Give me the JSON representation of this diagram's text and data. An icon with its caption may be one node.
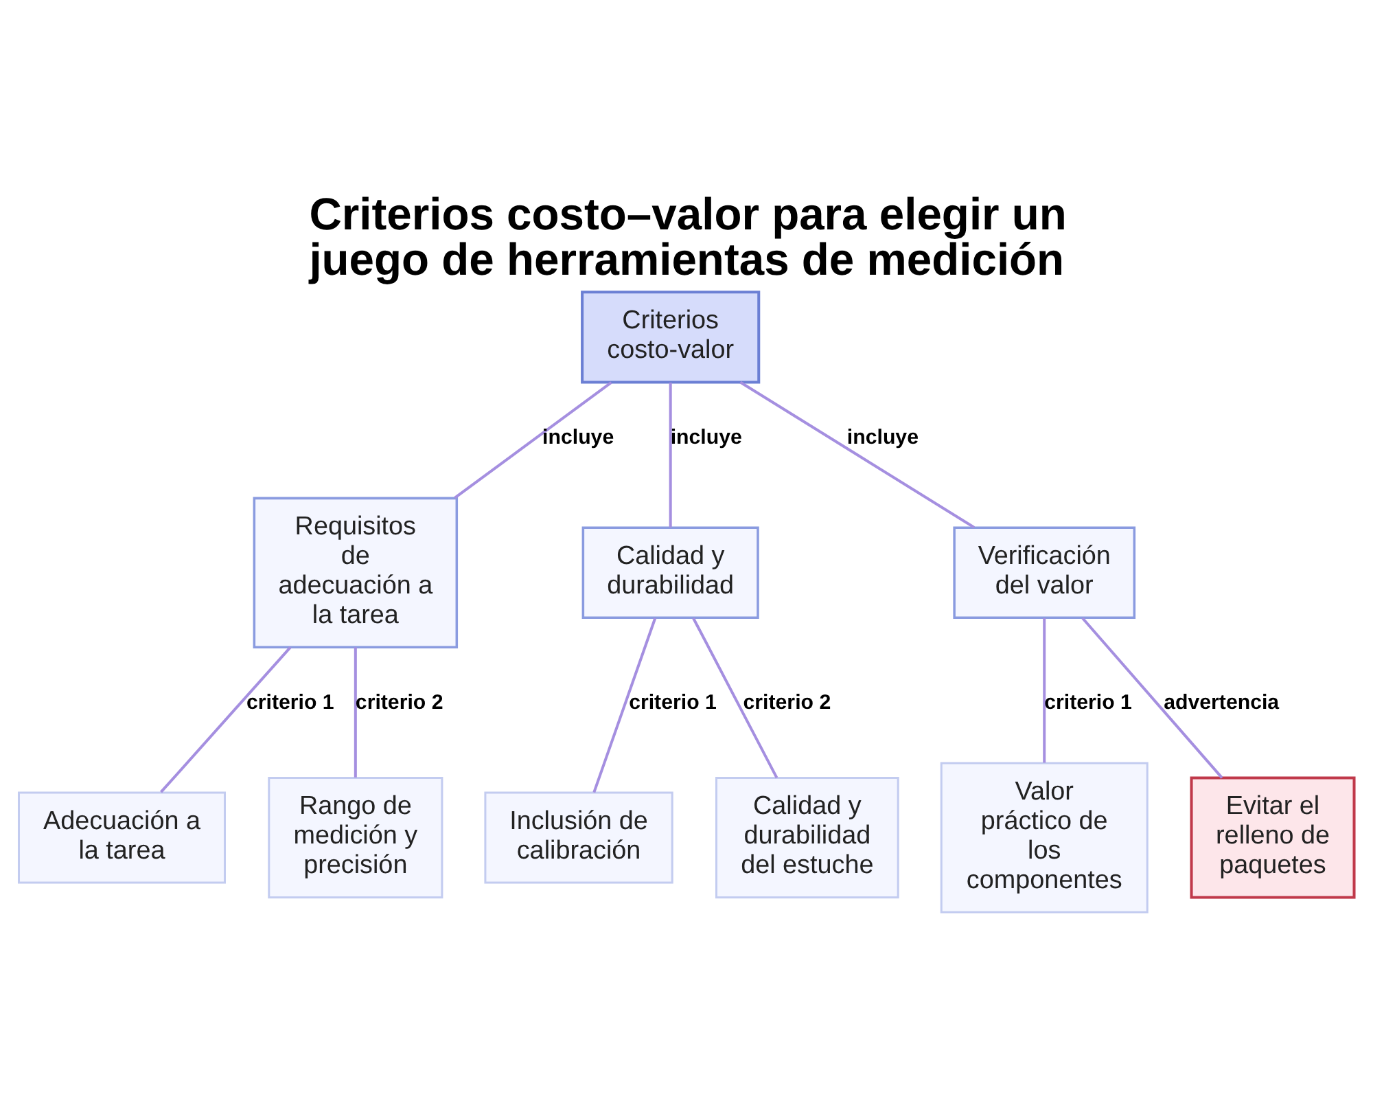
{
  "diagram": {
    "title": "Criterios costo–valor para elegir un juego de herramientas de medición",
    "nodes": [
      {
        "text": [
          "Criterios costo-valor"
        ]
      },
      {
        "text": [
          "Requisitos de adecuación a la tarea"
        ]
      },
      {
        "text": [
          "Calidad y durabilidad"
        ]
      },
      {
        "text": [
          "Verificación del valor"
        ]
      },
      {
        "text": [
          "Adecuación a la tarea"
        ]
      },
      {
        "text": [
          "Rango de medición y precisión"
        ]
      },
      {
        "text": [
          "Inclusión de calibración"
        ]
      },
      {
        "text": [
          "Calidad y durabilidad del estuche"
        ]
      },
      {
        "text": [
          "Valor práctico de los componentes"
        ]
      },
      {
        "text": [
          "Evitar el relleno de paquetes"
        ]
      }
    ],
    "edges": [
      {
        "from": 0,
        "to": 1,
        "arrow": "none",
        "label": "incluye"
      },
      {
        "from": 0,
        "to": 2,
        "arrow": "none",
        "label": "incluye"
      },
      {
        "from": 0,
        "to": 3,
        "arrow": "none",
        "label": "incluye"
      },
      {
        "from": 1,
        "to": 4,
        "arrow": "none",
        "label": "criterio 1"
      },
      {
        "from": 1,
        "to": 5,
        "arrow": "none",
        "label": "criterio 2"
      },
      {
        "from": 2,
        "to": 6,
        "arrow": "none",
        "label": "criterio 1"
      },
      {
        "from": 2,
        "to": 7,
        "arrow": "none",
        "label": "criterio 2"
      },
      {
        "from": 3,
        "to": 8,
        "arrow": "none",
        "label": "criterio 1"
      },
      {
        "from": 3,
        "to": 9,
        "arrow": "none",
        "label": "advertencia"
      }
    ]
  }
}
